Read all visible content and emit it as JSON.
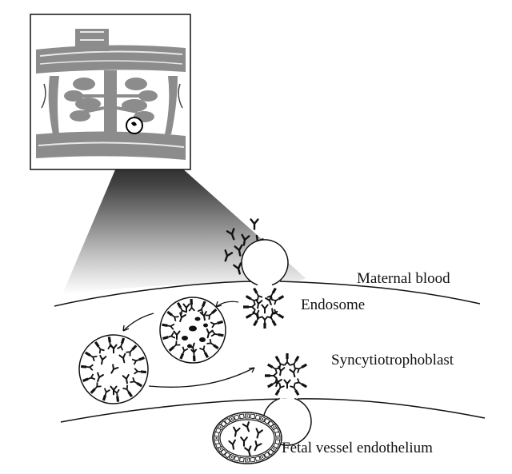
{
  "labels": {
    "maternal_blood": "Maternal blood",
    "endosome": "Endosome",
    "syncytiotrophoblast": "Syncytiotrophoblast",
    "fetal_vessel_endothelium": "Fetal vessel endothelium"
  },
  "colors": {
    "ink": "#111111",
    "placenta_fill": "#8c8c8c",
    "placenta_light": "#e8e8e8",
    "background": "#ffffff"
  },
  "icons": {
    "antibody": "Y-shaped antibody glyph",
    "receptor": "FcRn receptor glyph",
    "placenta": "placenta cross-section illustration"
  }
}
